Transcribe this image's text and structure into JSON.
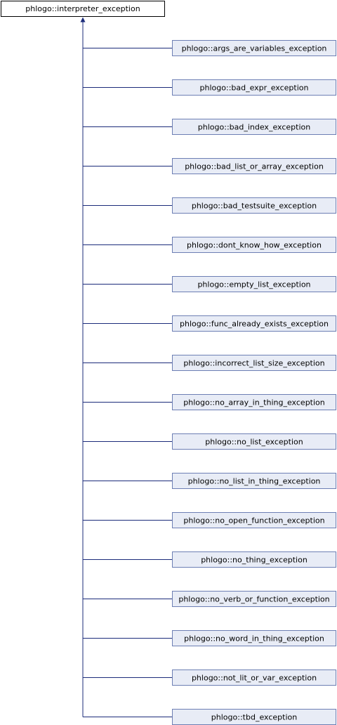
{
  "diagram": {
    "root": {
      "label": "phlogo::interpreter_exception"
    },
    "children": [
      {
        "label": "phlogo::args_are_variables_exception"
      },
      {
        "label": "phlogo::bad_expr_exception"
      },
      {
        "label": "phlogo::bad_index_exception"
      },
      {
        "label": "phlogo::bad_list_or_array_exception"
      },
      {
        "label": "phlogo::bad_testsuite_exception"
      },
      {
        "label": "phlogo::dont_know_how_exception"
      },
      {
        "label": "phlogo::empty_list_exception"
      },
      {
        "label": "phlogo::func_already_exists_exception"
      },
      {
        "label": "phlogo::incorrect_list_size_exception"
      },
      {
        "label": "phlogo::no_array_in_thing_exception"
      },
      {
        "label": "phlogo::no_list_exception"
      },
      {
        "label": "phlogo::no_list_in_thing_exception"
      },
      {
        "label": "phlogo::no_open_function_exception"
      },
      {
        "label": "phlogo::no_thing_exception"
      },
      {
        "label": "phlogo::no_verb_or_function_exception"
      },
      {
        "label": "phlogo::no_word_in_thing_exception"
      },
      {
        "label": "phlogo::not_lit_or_var_exception"
      },
      {
        "label": "phlogo::tbd_exception"
      }
    ]
  }
}
